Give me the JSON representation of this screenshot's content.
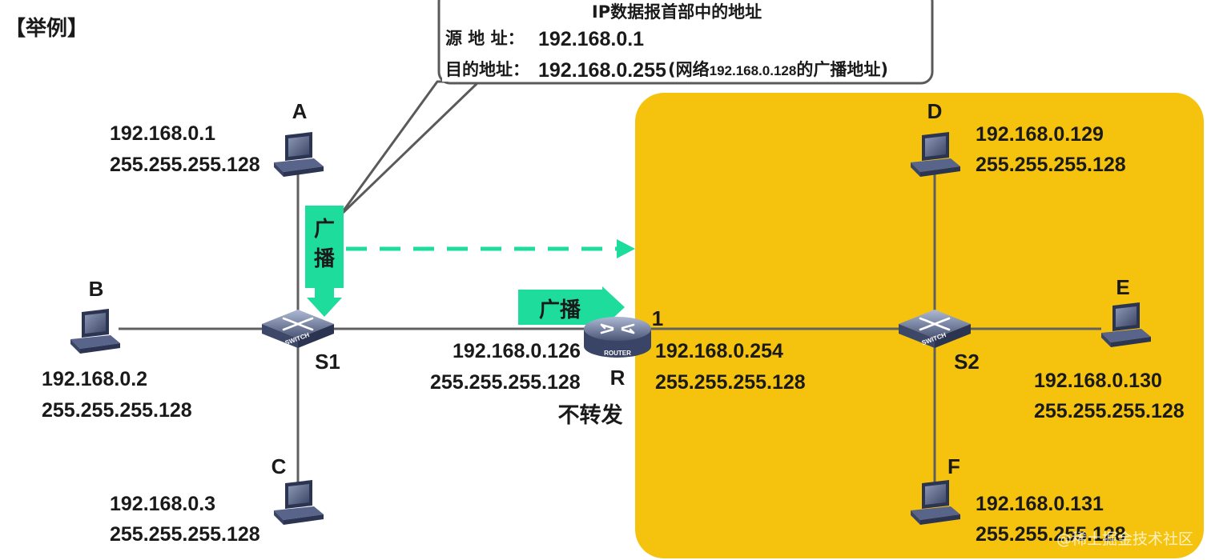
{
  "page_title": "【举例】",
  "callout": {
    "title": "IP数据报首部中的地址",
    "src_label": "源 地 址：",
    "src_value": "192.168.0.1",
    "dst_label": "目的地址：",
    "dst_value": "192.168.0.255",
    "dst_note_open": "(网络",
    "dst_note_net": "192.168.0.128",
    "dst_note_close": "的广播地址)"
  },
  "hosts": {
    "A": {
      "label": "A",
      "ip": "192.168.0.1",
      "mask": "255.255.255.128"
    },
    "B": {
      "label": "B",
      "ip": "192.168.0.2",
      "mask": "255.255.255.128"
    },
    "C": {
      "label": "C",
      "ip": "192.168.0.3",
      "mask": "255.255.255.128"
    },
    "D": {
      "label": "D",
      "ip": "192.168.0.129",
      "mask": "255.255.255.128"
    },
    "E": {
      "label": "E",
      "ip": "192.168.0.130",
      "mask": "255.255.255.128"
    },
    "F": {
      "label": "F",
      "ip": "192.168.0.131",
      "mask": "255.255.255.128"
    }
  },
  "switches": {
    "S1": {
      "label": "S1",
      "device_text": "SWITCH"
    },
    "S2": {
      "label": "S2",
      "device_text": "SWITCH"
    }
  },
  "router": {
    "label": "R",
    "device_text": "ROUTER",
    "port": "1",
    "left_ip": "192.168.0.126",
    "left_mask": "255.255.255.128",
    "right_ip": "192.168.0.254",
    "right_mask": "255.255.255.128"
  },
  "broadcast_vertical": [
    "广",
    "播"
  ],
  "broadcast_horizontal": "广播",
  "no_forward": "不转发",
  "watermark": "@稀土掘金技术社区",
  "colors": {
    "subnet_bg": "#f5c30e",
    "broadcast": "#1ddc9c",
    "no_forward": "#d02a70",
    "callout_border": "#5a5a5a"
  }
}
